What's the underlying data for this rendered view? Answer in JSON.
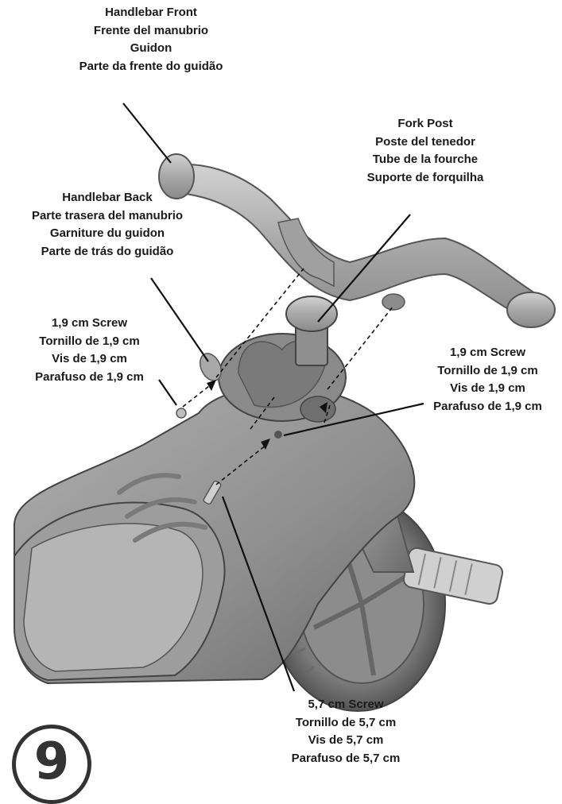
{
  "labels": {
    "handlebar_front": [
      "Handlebar Front",
      "Frente del manubrio",
      "Guidon",
      "Parte da frente do guidão"
    ],
    "fork_post": [
      "Fork Post",
      "Poste del tenedor",
      "Tube de la fourche",
      "Suporte de forquilha"
    ],
    "handlebar_back": [
      "Handlebar Back",
      "Parte trasera del manubrio",
      "Garniture du guidon",
      "Parte de trás do guidão"
    ],
    "screw_left": [
      "1,9 cm Screw",
      "Tornillo de 1,9 cm",
      "Vis de 1,9 cm",
      "Parafuso de 1,9 cm"
    ],
    "screw_right": [
      "1,9 cm Screw",
      "Tornillo de 1,9 cm",
      "Vis de 1,9 cm",
      "Parafuso de 1,9 cm"
    ],
    "screw_bottom": [
      "5,7 cm Screw",
      "Tornillo de 5,7 cm",
      "Vis de 5,7 cm",
      "Parafuso de 5,7 cm"
    ]
  },
  "step_number": "9",
  "colors": {
    "part_fill": "#9a9a9a",
    "part_light": "#c4c4c4",
    "part_dark": "#6e6e6e",
    "line": "#111111"
  }
}
